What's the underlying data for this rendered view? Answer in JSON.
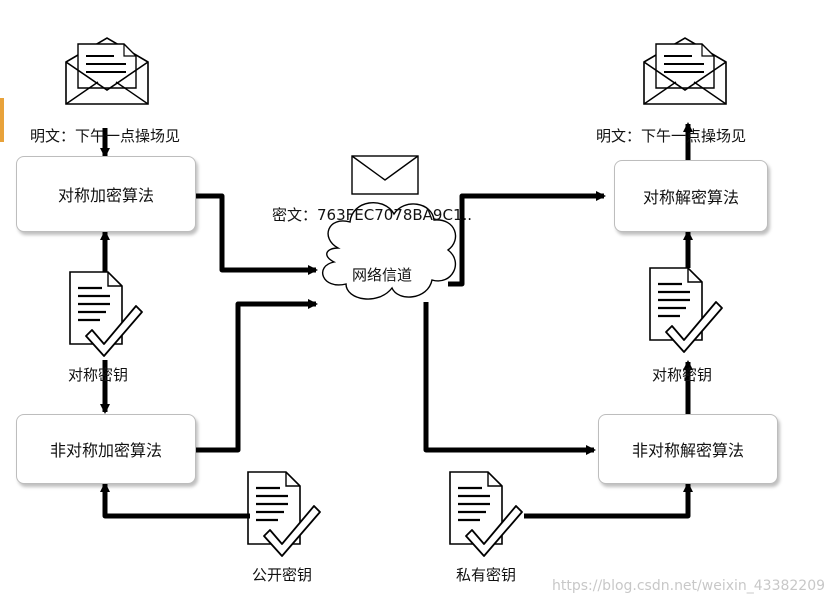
{
  "diagram": {
    "plaintext_left": "明文：下午一点操场见",
    "plaintext_right": "明文：下午一点操场见",
    "ciphertext": "密文：763FEC7078BA9C1..",
    "sym_encrypt": "对称加密算法",
    "sym_decrypt": "对称解密算法",
    "asym_encrypt": "非对称加密算法",
    "asym_decrypt": "非对称解密算法",
    "sym_key_left": "对称密钥",
    "sym_key_right": "对称密钥",
    "public_key": "公开密钥",
    "private_key": "私有密钥",
    "channel": "网络信道",
    "watermark": "https://blog.csdn.net/weixin_43382209"
  },
  "colors": {
    "edge_marker": "#e8a23a",
    "line": "#000000",
    "watermark": "#c8c8c8"
  },
  "icons": [
    "envelope-icon",
    "document-check-icon",
    "mail-icon",
    "cloud-icon",
    "arrow-icon"
  ]
}
